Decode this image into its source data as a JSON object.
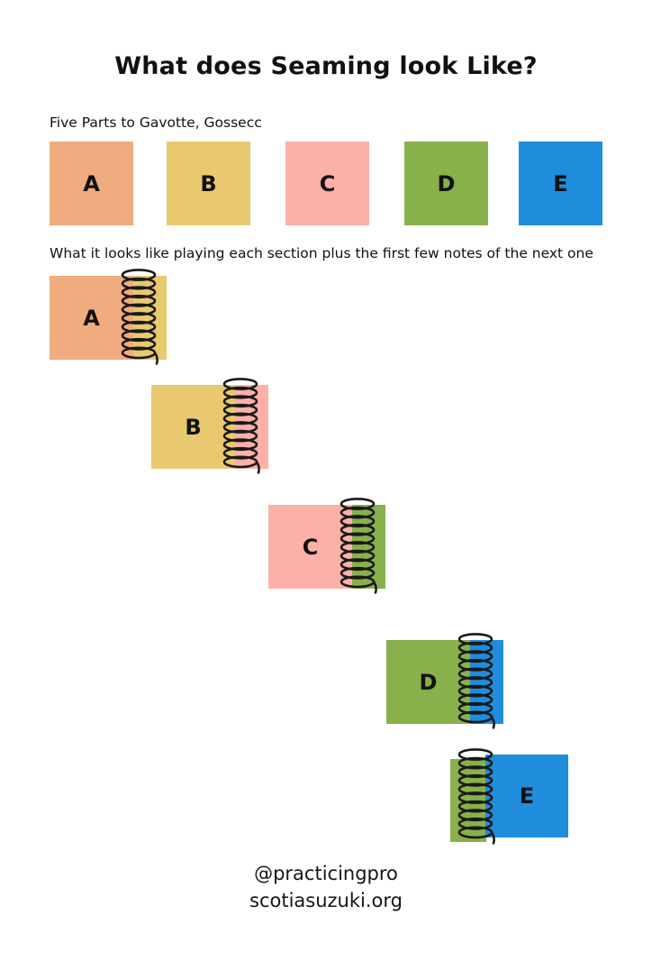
{
  "title": "What does Seaming look Like?",
  "parts_caption": "Five Parts to Gavotte, Gossecc",
  "seaming_caption": "What it looks like playing each section plus the first few notes of the next one",
  "colors": {
    "A": "#f0ab7e",
    "B": "#e8c970",
    "C": "#fdb0a8",
    "D": "#88b04b",
    "E": "#1f8ddc",
    "coil": "#1a1a1a"
  },
  "parts": [
    {
      "label": "A"
    },
    {
      "label": "B"
    },
    {
      "label": "C"
    },
    {
      "label": "D"
    },
    {
      "label": "E"
    }
  ],
  "seams": [
    {
      "label": "A",
      "next": "B"
    },
    {
      "label": "B",
      "next": "C"
    },
    {
      "label": "C",
      "next": "D"
    },
    {
      "label": "D",
      "next": "E"
    },
    {
      "label": "E",
      "previous": "D"
    }
  ],
  "footer": {
    "handle": "@practicingpro",
    "website": "scotiasuzuki.org"
  }
}
